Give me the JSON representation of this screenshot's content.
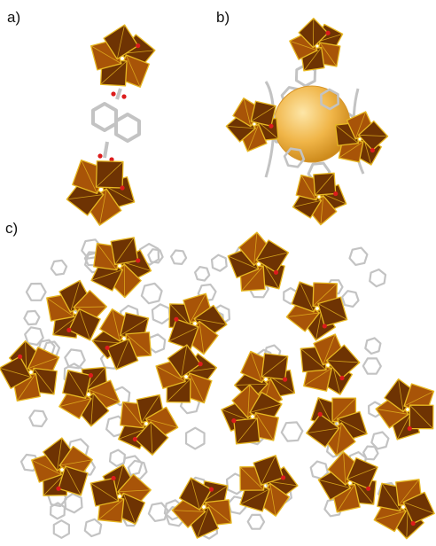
{
  "figure": {
    "panel_labels": [
      "a)",
      "b)",
      "c)"
    ]
  },
  "colors": {
    "polyhedron_face": "#a85408",
    "polyhedron_face_dark": "#6e3303",
    "polyhedron_edge": "#e7b821",
    "oxygen": "#dc1c1c",
    "linker": "#c3c3c3",
    "linker_dark": "#8a8a8a",
    "cage_sphere": "#f0b548"
  },
  "components": [
    "cluster-pentagonal-metal-oxide",
    "naphthalene-dicarboxylate-linker",
    "cage-void-sphere",
    "framework-packing"
  ]
}
